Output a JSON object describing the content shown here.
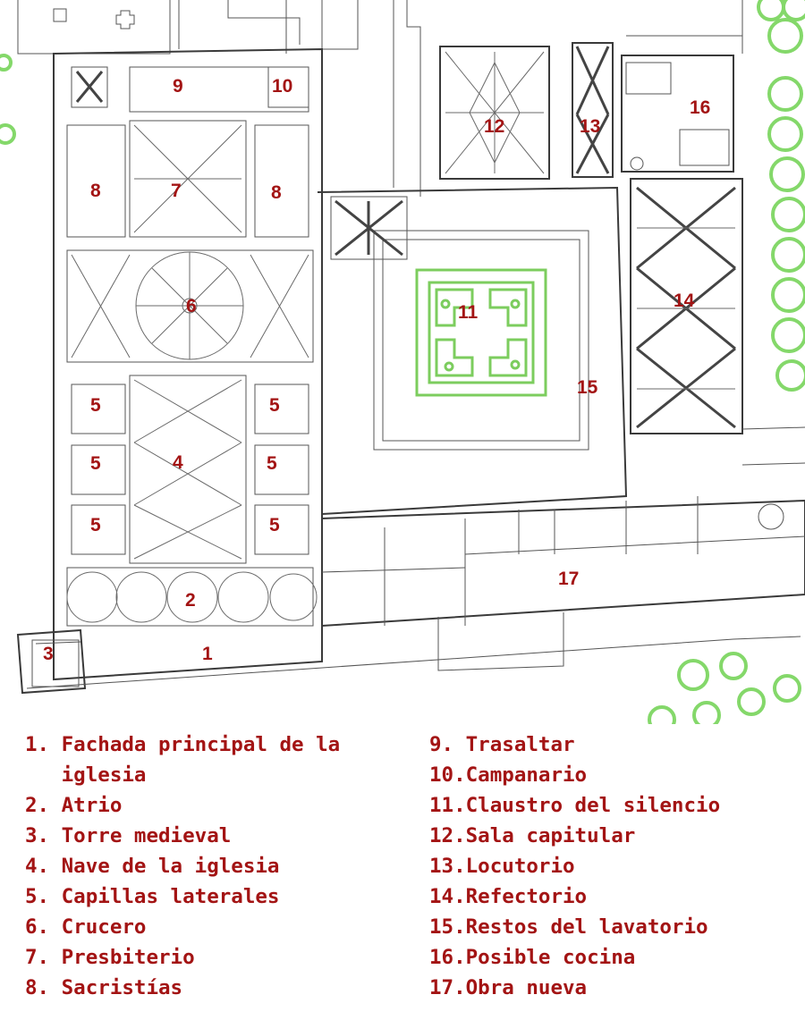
{
  "plan_labels": [
    {
      "id": "1",
      "text": "1"
    },
    {
      "id": "2",
      "text": "2"
    },
    {
      "id": "3",
      "text": "3"
    },
    {
      "id": "4",
      "text": "4"
    },
    {
      "id": "5a",
      "text": "5"
    },
    {
      "id": "5b",
      "text": "5"
    },
    {
      "id": "5c",
      "text": "5"
    },
    {
      "id": "5d",
      "text": "5"
    },
    {
      "id": "5e",
      "text": "5"
    },
    {
      "id": "5f",
      "text": "5"
    },
    {
      "id": "6",
      "text": "6"
    },
    {
      "id": "7",
      "text": "7"
    },
    {
      "id": "8a",
      "text": "8"
    },
    {
      "id": "8b",
      "text": "8"
    },
    {
      "id": "9",
      "text": "9"
    },
    {
      "id": "10",
      "text": "10"
    },
    {
      "id": "11",
      "text": "11"
    },
    {
      "id": "12",
      "text": "12"
    },
    {
      "id": "13",
      "text": "13"
    },
    {
      "id": "14",
      "text": "14"
    },
    {
      "id": "15",
      "text": "15"
    },
    {
      "id": "16",
      "text": "16"
    },
    {
      "id": "17",
      "text": "17"
    }
  ],
  "legend": {
    "left": [
      {
        "num": "1. ",
        "text": "Fachada principal de la iglesia"
      },
      {
        "num": "2. ",
        "text": "Atrio"
      },
      {
        "num": "3. ",
        "text": "Torre medieval"
      },
      {
        "num": "4. ",
        "text": "Nave de la iglesia"
      },
      {
        "num": "5. ",
        "text": "Capillas laterales"
      },
      {
        "num": "6. ",
        "text": "Crucero"
      },
      {
        "num": "7. ",
        "text": "Presbiterio"
      },
      {
        "num": "8. ",
        "text": "Sacristías"
      }
    ],
    "right": [
      {
        "num": "9. ",
        "text": "Trasaltar"
      },
      {
        "num": "10.",
        "text": "Campanario"
      },
      {
        "num": "11.",
        "text": "Claustro del silencio"
      },
      {
        "num": "12.",
        "text": "Sala capitular"
      },
      {
        "num": "13.",
        "text": "Locutorio"
      },
      {
        "num": "14.",
        "text": "Refectorio"
      },
      {
        "num": "15.",
        "text": "Restos del lavatorio"
      },
      {
        "num": "16.",
        "text": "Posible cocina"
      },
      {
        "num": "17.",
        "text": "Obra nueva"
      }
    ]
  }
}
